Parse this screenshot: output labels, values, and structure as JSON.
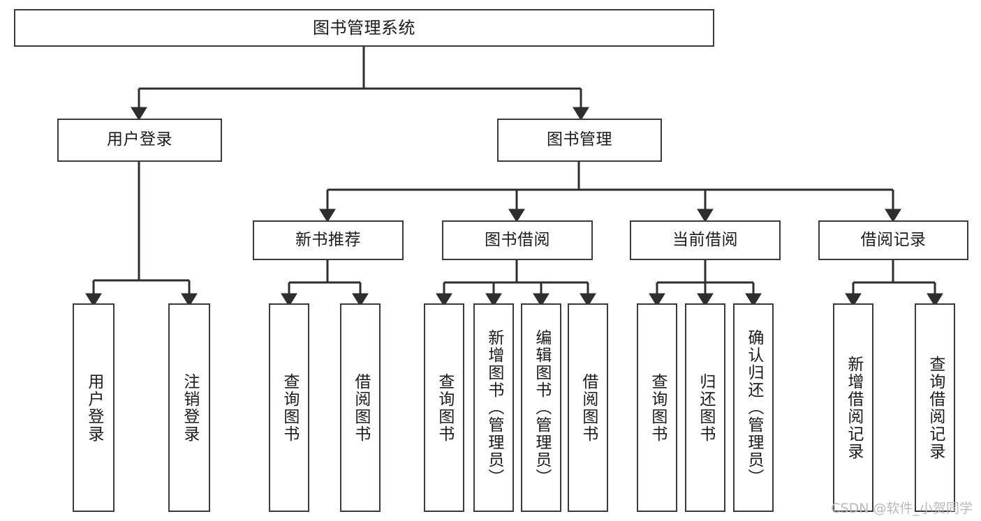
{
  "diagram": {
    "type": "tree-hierarchy-chart",
    "title_node": "图书管理系统",
    "stroke_color": "#3a3a3a",
    "background_color": "#ffffff",
    "text_color": "#1b1b1b",
    "levels": {
      "level1": [
        {
          "id": "root",
          "label": "图书管理系统"
        }
      ],
      "level2": [
        {
          "id": "user-login",
          "label": "用户登录"
        },
        {
          "id": "book-manage",
          "label": "图书管理"
        }
      ],
      "level3": [
        {
          "id": "new-book-rec",
          "label": "新书推荐"
        },
        {
          "id": "book-borrow",
          "label": "图书借阅"
        },
        {
          "id": "current-borrow",
          "label": "当前借阅"
        },
        {
          "id": "borrow-record",
          "label": "借阅记录"
        }
      ],
      "level4": [
        {
          "id": "leaf-user-login",
          "label": "用户登录",
          "parent": "user-login"
        },
        {
          "id": "leaf-logout",
          "label": "注销登录",
          "parent": "user-login"
        },
        {
          "id": "leaf-query-book-1",
          "label": "查询图书",
          "parent": "new-book-rec"
        },
        {
          "id": "leaf-borrow-book-1",
          "label": "借阅图书",
          "parent": "new-book-rec"
        },
        {
          "id": "leaf-query-book-2",
          "label": "查询图书",
          "parent": "book-borrow"
        },
        {
          "id": "leaf-add-book",
          "label": "新增图书（管理员）",
          "parent": "book-borrow"
        },
        {
          "id": "leaf-edit-book",
          "label": "编辑图书（管理员）",
          "parent": "book-borrow"
        },
        {
          "id": "leaf-borrow-book-2",
          "label": "借阅图书",
          "parent": "book-borrow"
        },
        {
          "id": "leaf-query-book-3",
          "label": "查询图书",
          "parent": "current-borrow"
        },
        {
          "id": "leaf-return-book",
          "label": "归还图书",
          "parent": "current-borrow"
        },
        {
          "id": "leaf-confirm-return",
          "label": "确认归还（管理员）",
          "parent": "current-borrow"
        },
        {
          "id": "leaf-add-record",
          "label": "新增借阅记录",
          "parent": "borrow-record"
        },
        {
          "id": "leaf-query-record",
          "label": "查询借阅记录",
          "parent": "borrow-record"
        }
      ]
    }
  },
  "watermark": {
    "text": "CSDN @软件_小贺同学"
  }
}
